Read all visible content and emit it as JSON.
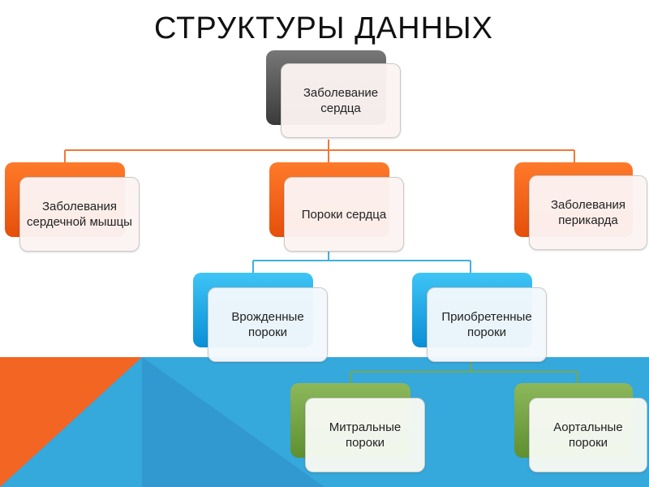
{
  "slide": {
    "title": "СТРУКТУРЫ ДАННЫХ"
  },
  "colors": {
    "root": "#4a4a4a",
    "level1": "#f26522",
    "level2": "#1aa3e8",
    "level3": "#6e9c3e",
    "bg_blue": "#35a8dc",
    "bg_orange": "#f26522",
    "connector_orange": "#f07838",
    "connector_blue": "#3fb0e0",
    "connector_green": "#7aa64a"
  },
  "nodes": {
    "root": "Заболевание сердца",
    "myocardium": "Заболевания сердечной мышцы",
    "defects": "Пороки сердца",
    "pericardium": "Заболевания перикарда",
    "congenital": "Врожденные пороки",
    "acquired": "Приобретенные пороки",
    "mitral": "Митральные пороки",
    "aortic": "Аортальные пороки"
  }
}
